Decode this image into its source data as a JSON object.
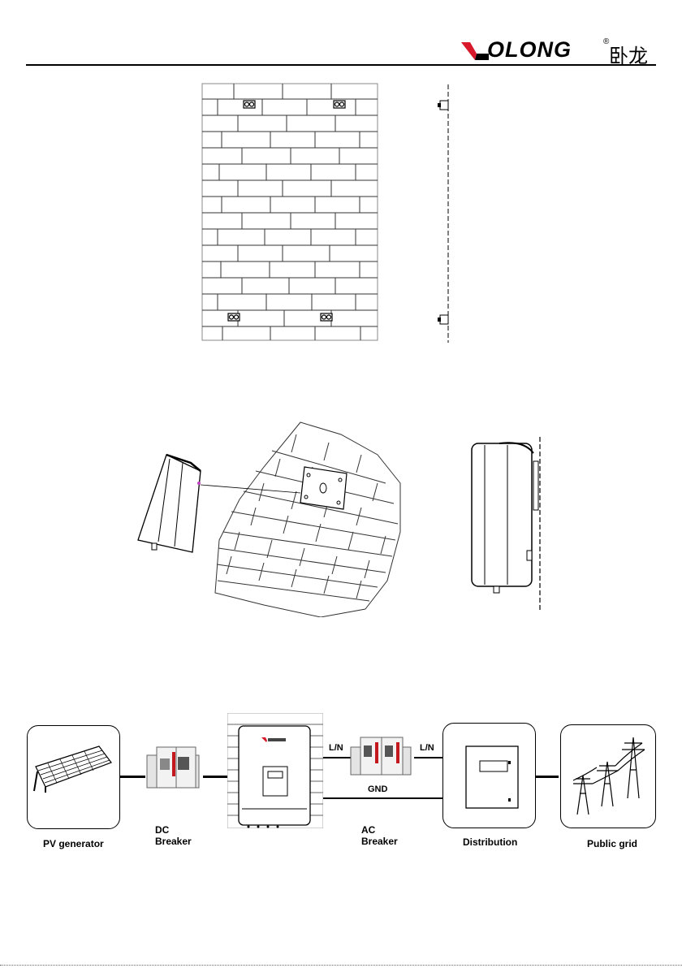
{
  "header": {
    "brand": "OLONG",
    "brand_mark": "®",
    "brand_chinese": "卧龙",
    "colors": {
      "logo_red": "#d7192b",
      "ink": "#000000"
    }
  },
  "figures": {
    "wall_bolts": {
      "icons": [
        "brick-wall",
        "expansion-bolt"
      ]
    },
    "mounting": {
      "icons": [
        "inverter",
        "mounting-bracket",
        "brick-wall"
      ]
    },
    "system_diagram": {
      "nodes": [
        {
          "id": "pv",
          "label": "PV generator",
          "icon": "solar-panel-icon"
        },
        {
          "id": "dc",
          "label": "DC\nBreaker",
          "icon": "breaker-icon"
        },
        {
          "id": "inverter",
          "label": "",
          "icon": "inverter-icon"
        },
        {
          "id": "ac",
          "label": "AC\nBreaker",
          "icon": "breaker-icon"
        },
        {
          "id": "distribution",
          "label": "Distribution",
          "icon": "distribution-box-icon"
        },
        {
          "id": "grid",
          "label": "Public grid",
          "icon": "transmission-tower-icon"
        }
      ],
      "wires": {
        "line_left": "L/N",
        "line_right": "L/N",
        "ground": "GND"
      }
    }
  }
}
